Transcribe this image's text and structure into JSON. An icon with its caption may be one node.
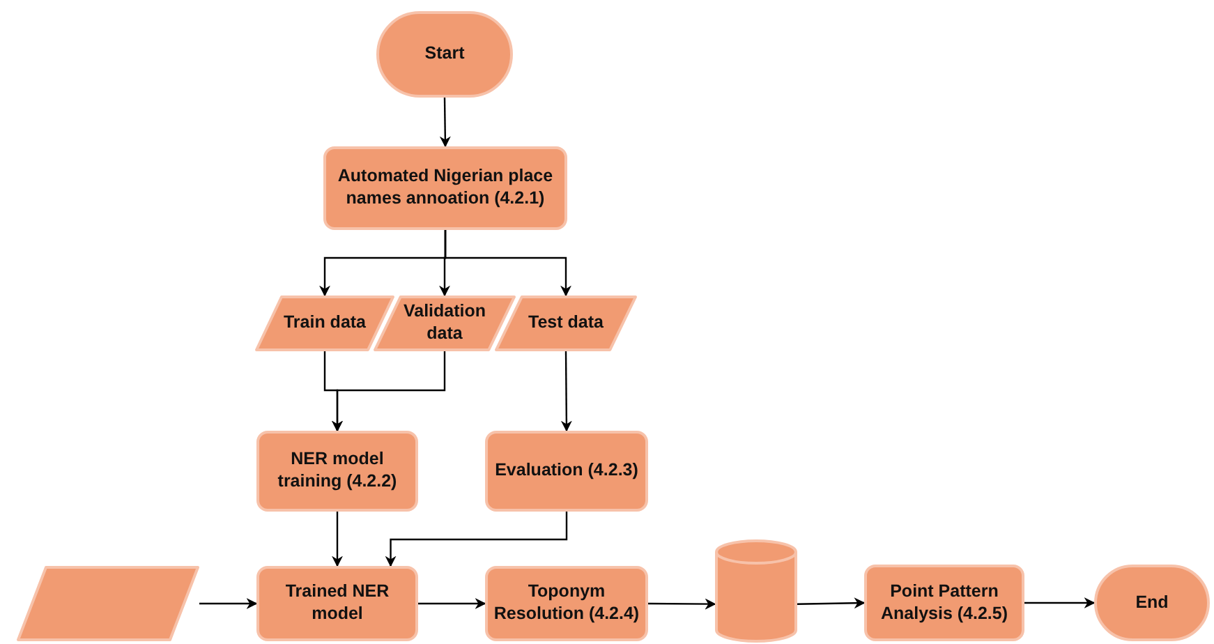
{
  "diagram": {
    "nodes": [
      {
        "text": [
          "Start"
        ]
      },
      {
        "text": [
          "Automated Nigerian place names annoation (4.2.1)"
        ]
      },
      {
        "text": [
          "Train data"
        ]
      },
      {
        "text": [
          "Validation data"
        ]
      },
      {
        "text": [
          "Test data"
        ]
      },
      {
        "text": [
          "NER model training (4.2.2)"
        ]
      },
      {
        "text": [
          "Evaluation (4.2.3)"
        ]
      },
      {
        "text": [
          "Trained NER model"
        ]
      },
      {
        "text": [],
        "shape": "parallelogram"
      },
      {
        "text": [
          "Toponym Resolution (4.2.4)"
        ]
      },
      {
        "text": [],
        "shape": "cylinder"
      },
      {
        "text": [
          "Point Pattern Analysis (4.2.5)"
        ]
      },
      {
        "text": [
          "End"
        ]
      }
    ],
    "edges": [
      {
        "from": 0,
        "to": 1,
        "arrow": "to"
      },
      {
        "from": 1,
        "to": 2,
        "arrow": "to"
      },
      {
        "from": 1,
        "to": 3,
        "arrow": "to"
      },
      {
        "from": 1,
        "to": 4,
        "arrow": "to"
      },
      {
        "from": 2,
        "to": 5,
        "arrow": "to"
      },
      {
        "from": 3,
        "to": 5,
        "arrow": "to"
      },
      {
        "from": 4,
        "to": 6,
        "arrow": "to"
      },
      {
        "from": 5,
        "to": 7,
        "arrow": "to"
      },
      {
        "from": 6,
        "to": 7,
        "arrow": "to"
      },
      {
        "from": 8,
        "to": 7,
        "arrow": "to"
      },
      {
        "from": 7,
        "to": 9,
        "arrow": "to"
      },
      {
        "from": 9,
        "to": 10,
        "arrow": "to"
      },
      {
        "from": 10,
        "to": 11,
        "arrow": "to"
      },
      {
        "from": 11,
        "to": 12,
        "arrow": "to"
      }
    ]
  }
}
